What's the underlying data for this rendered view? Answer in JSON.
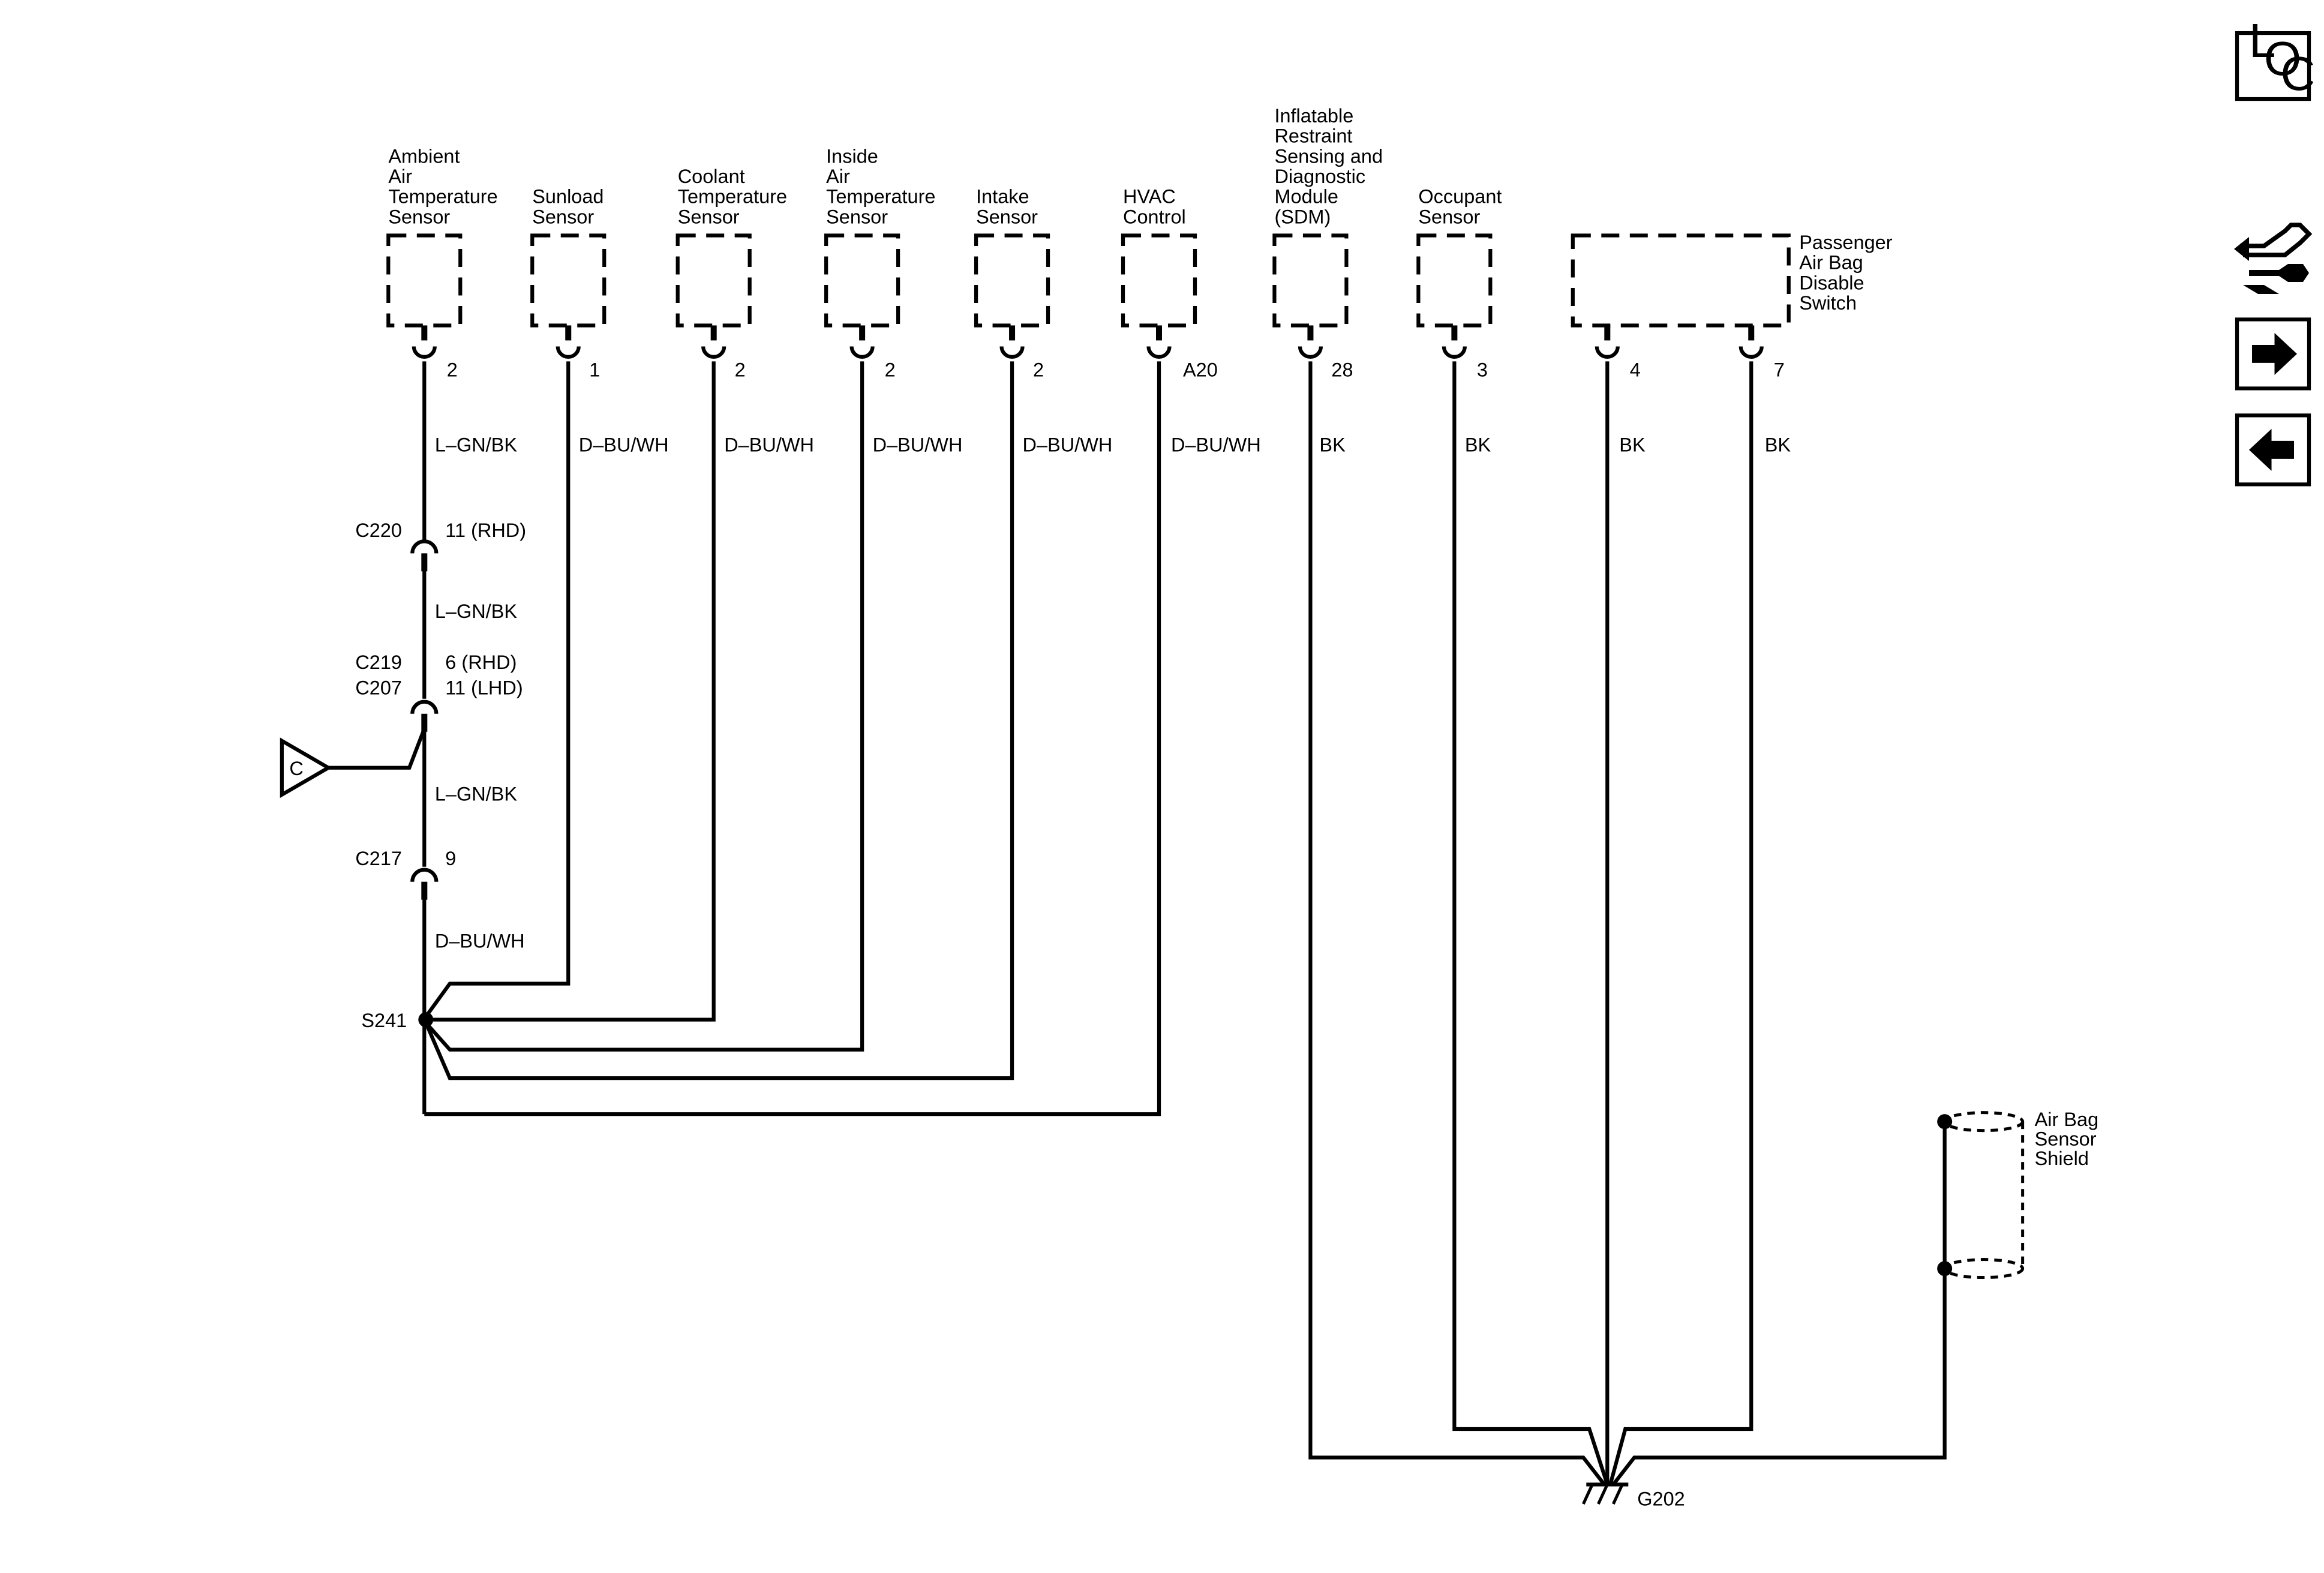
{
  "nav": {
    "loc": [
      "L",
      "O",
      "C"
    ]
  },
  "components": [
    {
      "id": "ambient",
      "lines": [
        "Ambient",
        "Air",
        "Temperature",
        "Sensor"
      ],
      "pin": "2",
      "wire": "L–GN/BK"
    },
    {
      "id": "sunload",
      "lines": [
        "Sunload",
        "Sensor"
      ],
      "pin": "1",
      "wire": "D–BU/WH"
    },
    {
      "id": "coolant",
      "lines": [
        "Coolant",
        "Temperature",
        "Sensor"
      ],
      "pin": "2",
      "wire": "D–BU/WH"
    },
    {
      "id": "inside",
      "lines": [
        "Inside",
        "Air",
        "Temperature",
        "Sensor"
      ],
      "pin": "2",
      "wire": "D–BU/WH"
    },
    {
      "id": "intake",
      "lines": [
        "Intake",
        "Sensor"
      ],
      "pin": "2",
      "wire": "D–BU/WH"
    },
    {
      "id": "hvac",
      "lines": [
        "HVAC",
        "Control"
      ],
      "pin": "A20",
      "wire": "D–BU/WH"
    },
    {
      "id": "sdm",
      "lines": [
        "Inflatable",
        "Restraint",
        "Sensing and",
        "Diagnostic",
        "Module",
        "(SDM)"
      ],
      "pin": "28",
      "wire": "BK"
    },
    {
      "id": "occupant",
      "lines": [
        "Occupant",
        "Sensor"
      ],
      "pin": "3",
      "wire": "BK"
    },
    {
      "id": "passenger",
      "lines": [
        "Passenger",
        "Air Bag",
        "Disable",
        "Switch"
      ],
      "pins": [
        "4",
        "7"
      ],
      "wires": [
        "BK",
        "BK"
      ]
    }
  ],
  "connectors": {
    "c220": {
      "name": "C220",
      "pin": "11 (RHD)"
    },
    "c219": {
      "name": "C219",
      "pin": "6  (RHD)"
    },
    "c207": {
      "name": "C207",
      "pin": "11 (LHD)"
    },
    "c217": {
      "name": "C217",
      "pin": "9"
    }
  },
  "ambient_wire_labels": [
    "L–GN/BK",
    "L–GN/BK",
    "D–BU/WH"
  ],
  "offpage": "C",
  "splice": "S241",
  "ground": "G202",
  "shield": [
    "Air Bag",
    "Sensor",
    "Shield"
  ]
}
